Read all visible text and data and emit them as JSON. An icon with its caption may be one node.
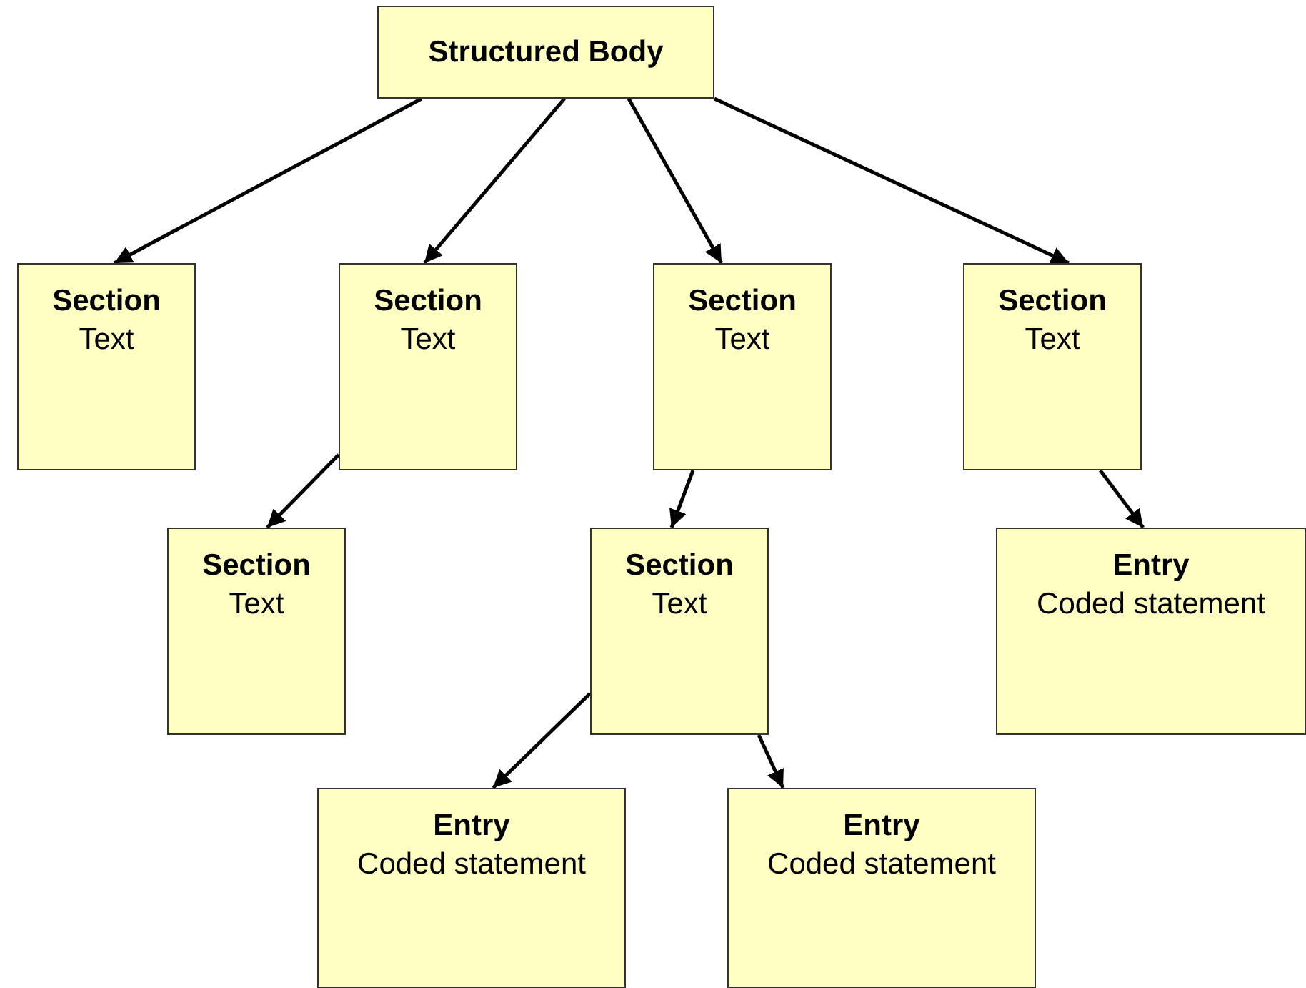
{
  "diagram": {
    "nodes": [
      {
        "text": [
          "Structured Body"
        ]
      },
      {
        "text": [
          "Section",
          "Text"
        ]
      },
      {
        "text": [
          "Section",
          "Text"
        ]
      },
      {
        "text": [
          "Section",
          "Text"
        ]
      },
      {
        "text": [
          "Section",
          "Text"
        ]
      },
      {
        "text": [
          "Section",
          "Text"
        ]
      },
      {
        "text": [
          "Section",
          "Text"
        ]
      },
      {
        "text": [
          "Entry",
          "Coded statement"
        ]
      },
      {
        "text": [
          "Entry",
          "Coded statement"
        ]
      },
      {
        "text": [
          "Entry",
          "Coded statement"
        ]
      }
    ],
    "edges": [
      {
        "from": 0,
        "to": 1,
        "arrow": "to"
      },
      {
        "from": 0,
        "to": 2,
        "arrow": "to"
      },
      {
        "from": 0,
        "to": 3,
        "arrow": "to"
      },
      {
        "from": 0,
        "to": 4,
        "arrow": "to"
      },
      {
        "from": 2,
        "to": 5,
        "arrow": "to"
      },
      {
        "from": 3,
        "to": 6,
        "arrow": "to"
      },
      {
        "from": 4,
        "to": 7,
        "arrow": "to"
      },
      {
        "from": 6,
        "to": 8,
        "arrow": "to"
      },
      {
        "from": 6,
        "to": 9,
        "arrow": "to"
      }
    ]
  }
}
